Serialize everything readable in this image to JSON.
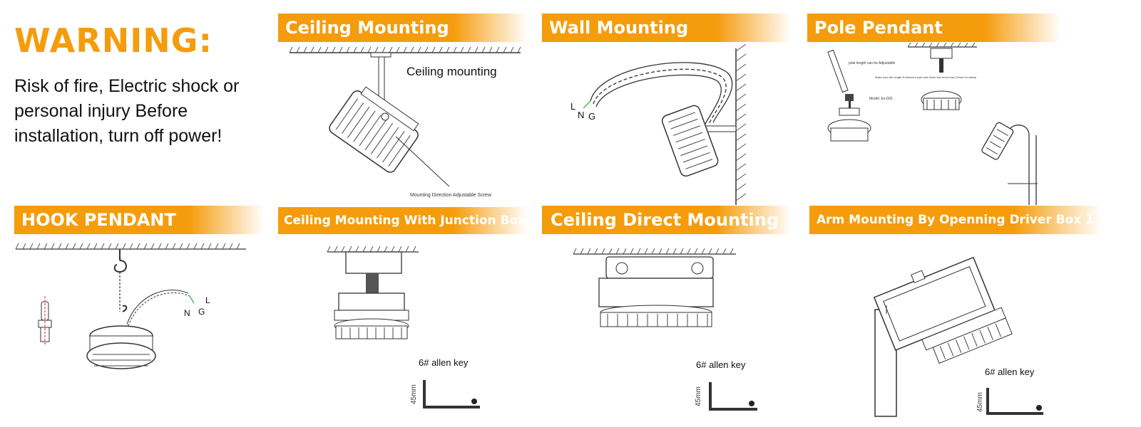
{
  "warning": {
    "title": "WARNING:",
    "text": "Risk of fire, Electric shock or personal injury Before installation, turn off power!"
  },
  "banners": {
    "ceiling_mounting": "Ceiling Mounting",
    "wall_mounting": "Wall Mounting",
    "pole_pendant": "Pole Pendant",
    "hook_pendant": "HOOK PENDANT",
    "ceiling_junction_box": "Ceiling Mounting With Junction Box",
    "ceiling_direct": "Ceiling Direct Mounting",
    "arm_mounting": "Arm Mounting By Openning Driver Box 1"
  },
  "labels": {
    "ceiling_mounting": "Ceiling mounting",
    "adjustable_screw": "Mounting Direction Adjustable Screw",
    "wire_l": "L",
    "wire_n": "N",
    "wire_g": "G",
    "pole_length_note": "pole length can be Adjustable",
    "pole_safety_note": "Make sure the length fit between pole and driver box more than 22mm for safety",
    "pole_model": "Model: Ex-D01",
    "allen_key": "6# allen key",
    "allen_key_size": "45mm"
  },
  "colors": {
    "accent": "#f59c0c",
    "line": "#333333"
  }
}
